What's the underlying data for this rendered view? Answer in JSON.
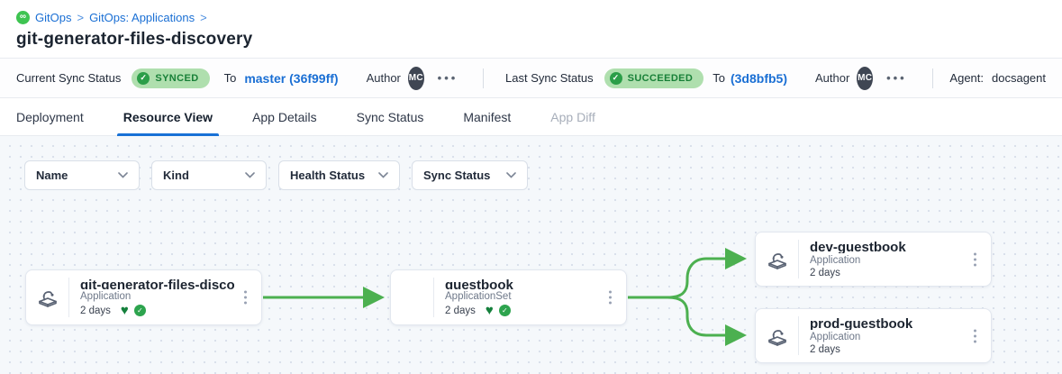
{
  "colors": {
    "accent_blue": "#1A6FD4",
    "edge_green": "#4CB050",
    "badge_green_bg": "#AFDFAE",
    "badge_green_text": "#188038",
    "tab_underline_blue": "#1871D6",
    "logo_green": "#3EC451"
  },
  "breadcrumb": {
    "logo_icon": "gitops-logo-icon",
    "logo_glyph": "∞",
    "item1": "GitOps",
    "item2": "GitOps: Applications",
    "separator": ">"
  },
  "page_title": "git-generator-files-discovery",
  "status_bar": {
    "current": {
      "label": "Current Sync Status",
      "badge": "SYNCED",
      "check_glyph": "✓",
      "to": "To",
      "revision": "master (36f99ff)",
      "author_label": "Author",
      "author_initials": "MC",
      "more_glyph": "•••"
    },
    "last": {
      "label": "Last Sync Status",
      "badge": "SUCCEEDED",
      "check_glyph": "✓",
      "to": "To",
      "revision": "(3d8bfb5)",
      "author_label": "Author",
      "author_initials": "MC",
      "more_glyph": "•••"
    },
    "agent_label": "Agent:",
    "agent_value": "docsagent"
  },
  "tabs": [
    {
      "label": "Deployment",
      "state": "normal"
    },
    {
      "label": "Resource View",
      "state": "active"
    },
    {
      "label": "App Details",
      "state": "normal"
    },
    {
      "label": "Sync Status",
      "state": "normal"
    },
    {
      "label": "Manifest",
      "state": "normal"
    },
    {
      "label": "App Diff",
      "state": "disabled"
    }
  ],
  "filters": [
    {
      "label": "Name"
    },
    {
      "label": "Kind"
    },
    {
      "label": "Health Status"
    },
    {
      "label": "Sync Status"
    }
  ],
  "graph": {
    "nodes": [
      {
        "title": "git-generator-files-disco...",
        "kind": "Application",
        "age": "2 days",
        "icon": "application-icon",
        "health_icon": "heart-health-icon",
        "sync_icon": "check-circle-icon"
      },
      {
        "title": "guestbook",
        "kind": "ApplicationSet",
        "age": "2 days",
        "icon": "none",
        "health_icon": "heart-health-icon",
        "sync_icon": "check-circle-icon"
      },
      {
        "title": "dev-guestbook",
        "kind": "Application",
        "age": "2 days",
        "icon": "application-icon"
      },
      {
        "title": "prod-guestbook",
        "kind": "Application",
        "age": "2 days",
        "icon": "application-icon"
      }
    ],
    "edges": [
      {
        "from": "git-generator-files-disco...",
        "to": "guestbook"
      },
      {
        "from": "guestbook",
        "to": "dev-guestbook"
      },
      {
        "from": "guestbook",
        "to": "prod-guestbook"
      }
    ],
    "status_glyphs": {
      "heart": "♥",
      "check": "✓"
    }
  }
}
